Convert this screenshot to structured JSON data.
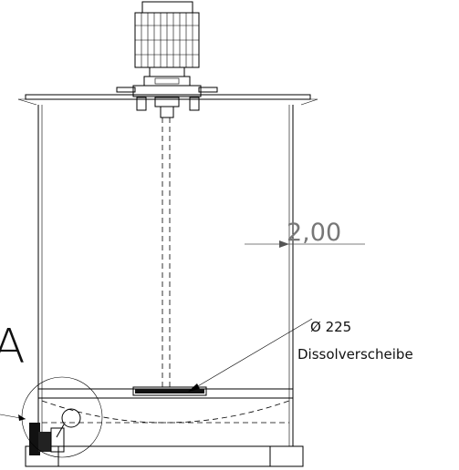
{
  "annotations": {
    "dimension": "2,00",
    "diameter": "Ø 225",
    "part_name": "Dissolverscheibe",
    "detail_label": "A"
  },
  "colors": {
    "line": "#000000",
    "dimension": "#555555",
    "background": "#ffffff"
  }
}
